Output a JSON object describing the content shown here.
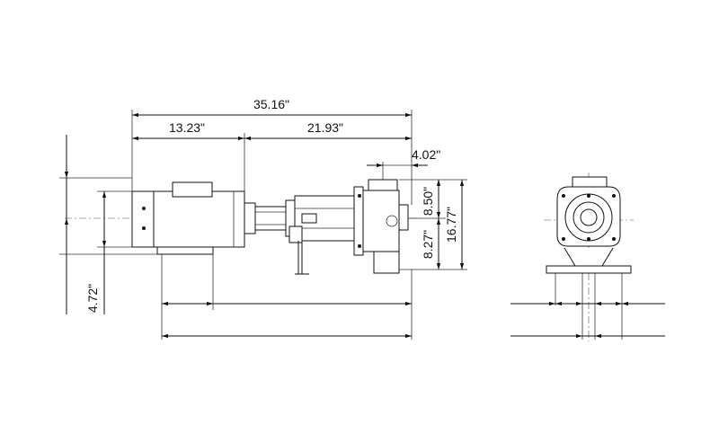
{
  "dimensions": {
    "overall_length": "35.16\"",
    "motor_length": "13.23\"",
    "pump_length": "21.93\"",
    "suction_offset": "4.02\"",
    "upper_height": "8.50\"",
    "total_height": "16.77\"",
    "lower_height": "8.27\"",
    "base_height": "4.72\""
  },
  "colors": {
    "line": "#111111",
    "background": "#ffffff"
  }
}
